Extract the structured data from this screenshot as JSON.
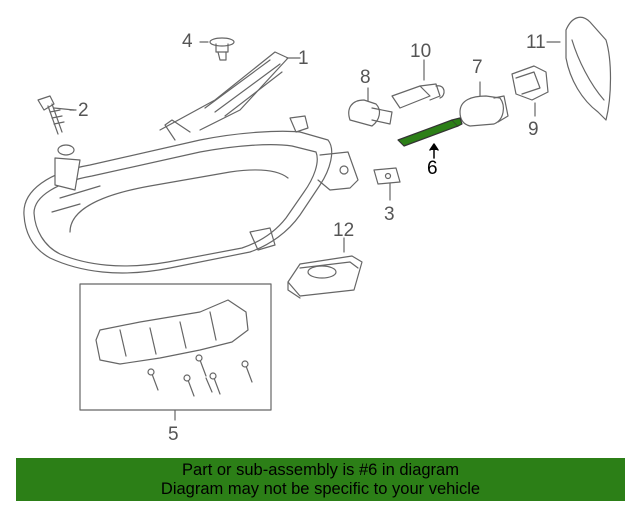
{
  "callouts": {
    "c1": "1",
    "c2": "2",
    "c3": "3",
    "c4": "4",
    "c5": "5",
    "c6": "6",
    "c7": "7",
    "c8": "8",
    "c9": "9",
    "c10": "10",
    "c11": "11",
    "c12": "12"
  },
  "highlighted_part": "6",
  "colors": {
    "banner": "#2c7f17",
    "highlight_part": "#2c7f17",
    "line_art": "#666666"
  },
  "banner": {
    "line1": "Part or sub-assembly is #6 in diagram",
    "line2": "Diagram may not be specific to your vehicle"
  }
}
